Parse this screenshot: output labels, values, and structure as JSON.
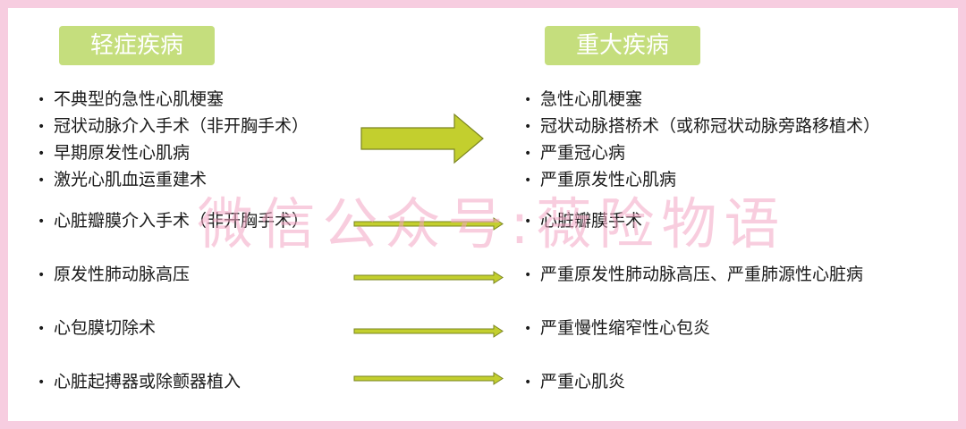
{
  "headers": {
    "left": "轻症疾病",
    "right": "重大疾病"
  },
  "left_items": [
    "不典型的急性心肌梗塞",
    "冠状动脉介入手术（非开胸手术）",
    "早期原发性心肌病",
    "激光心肌血运重建术",
    "心脏瓣膜介入手术（非开胸手术）",
    "原发性肺动脉高压",
    "心包膜切除术",
    "心脏起搏器或除颤器植入"
  ],
  "right_items": [
    "急性心肌梗塞",
    "冠状动脉搭桥术（或称冠状动脉旁路移植术）",
    "严重冠心病",
    "严重原发性心肌病",
    "心脏瓣膜手术",
    "严重原发性肺动脉高压、严重肺源性心脏病",
    "严重慢性缩窄性心包炎",
    "严重心肌炎"
  ],
  "bullet": "•",
  "watermark": "微信公众号:薇险物语",
  "colors": {
    "header_bg": "#c5de7d",
    "arrow_fill": "#c3cf2e",
    "arrow_stroke": "#7a8420",
    "frame": "#f7cde0",
    "watermark": "#f4a6c4"
  }
}
